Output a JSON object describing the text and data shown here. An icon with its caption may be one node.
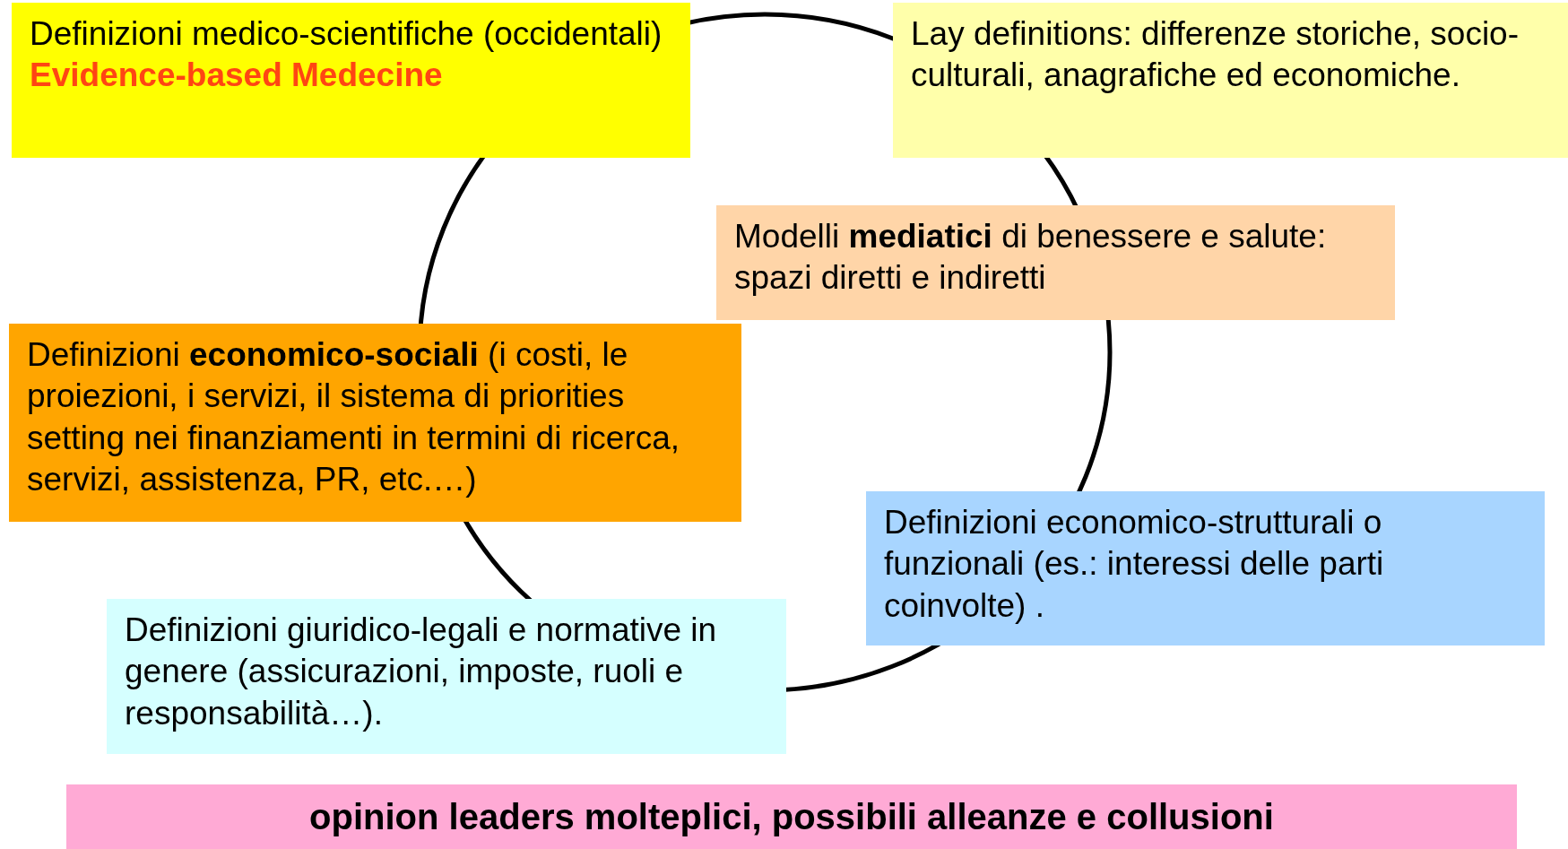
{
  "diagram": {
    "nodes": [
      {
        "text": [
          "Definizioni medico-scientifiche (occidentali) **Evidence-based Medecine**"
        ]
      },
      {
        "text": [
          "Lay definitions: differenze storiche, socio-culturali, anagrafiche ed economiche."
        ]
      },
      {
        "text": [
          "Modelli **mediatici** di benessere e salute: spazi diretti e indiretti"
        ]
      },
      {
        "text": [
          "Definizioni **economico-sociali** (i costi, le proiezioni, i servizi, il sistema di priorities setting nei finanziamenti in termini di ricerca, servizi, assistenza, PR, etc.…)"
        ]
      },
      {
        "text": [
          "Definizioni economico-strutturali  o funzionali (es.: interessi delle parti coinvolte) ."
        ]
      },
      {
        "text": [
          "Definizioni giuridico-legali e normative in genere (assicurazioni, imposte, ruoli e responsabilità…)."
        ]
      },
      {
        "text": [
          "opinion leaders molteplici, possibili alleanze e collusioni"
        ]
      }
    ],
    "edges": []
  }
}
